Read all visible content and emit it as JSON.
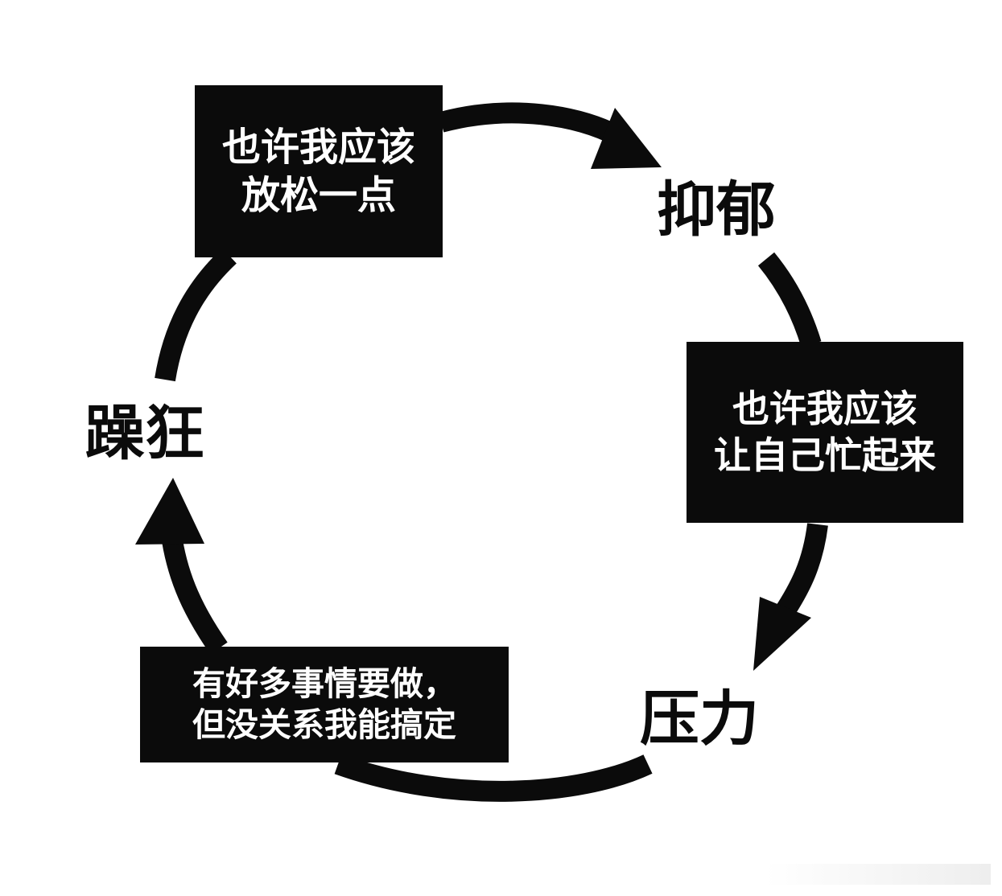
{
  "diagram": {
    "states": {
      "depression": "抑郁",
      "stress": "压力",
      "mania": "躁狂"
    },
    "thoughts": {
      "relax": [
        "也许我应该",
        "放松一点"
      ],
      "busy": [
        "也许我应该",
        "让自己忙起来"
      ],
      "tasks": [
        "有好多事情要做，",
        "但没关系我能搞定"
      ]
    },
    "colors": {
      "box_fill": "#0b0b0b",
      "box_text": "#ffffff",
      "arrow": "#0b0b0b",
      "background": "#ffffff"
    },
    "icons": [
      "cycle-arrow-icon"
    ]
  }
}
